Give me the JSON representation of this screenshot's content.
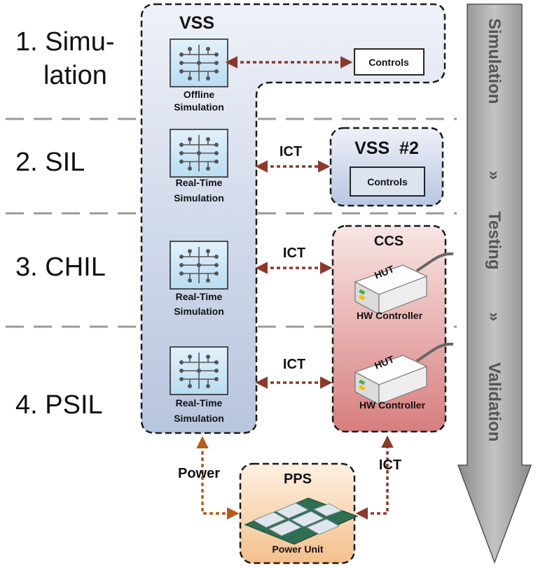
{
  "stages": [
    {
      "line1": "1. Simu-",
      "line2": "lation"
    },
    {
      "label": "2. SIL"
    },
    {
      "label": "3. CHIL"
    },
    {
      "label": "4. PSIL"
    }
  ],
  "vss": {
    "title": "VSS",
    "sim_blocks": [
      {
        "line1": "Offline",
        "line2": "Simulation"
      },
      {
        "line1": "Real-Time",
        "line2": "Simulation"
      },
      {
        "line1": "Real-Time",
        "line2": "Simulation"
      },
      {
        "line1": "Real-Time",
        "line2": "Simulation"
      }
    ],
    "controls_label": "Controls"
  },
  "vss2": {
    "title": "VSS  #2",
    "controls_label": "Controls"
  },
  "ccs": {
    "title": "CCS",
    "hut_label": "HUT",
    "controller_labels": [
      "HW Controller",
      "HW Controller"
    ]
  },
  "pps": {
    "title": "PPS",
    "unit_label": "Power Unit"
  },
  "links": {
    "ict": [
      "ICT",
      "ICT",
      "ICT",
      "ICT"
    ],
    "power": "Power"
  },
  "flow_arrow": {
    "labels": [
      "Simulation",
      "»",
      "Testing",
      "»",
      "Validation"
    ]
  },
  "colors": {
    "connector": "#8b3a2a",
    "power_connector": "#b85a1a",
    "vss_fill_top": "#eef1f8",
    "vss_fill_bottom": "#b7c5de",
    "ccs_fill_top": "#f8e6e4",
    "ccs_fill_bottom": "#d77e7e",
    "pps_fill_top": "#fdf0e2",
    "pps_fill_bottom": "#f4c08c",
    "arrow_fill": "#a6a6a6"
  }
}
